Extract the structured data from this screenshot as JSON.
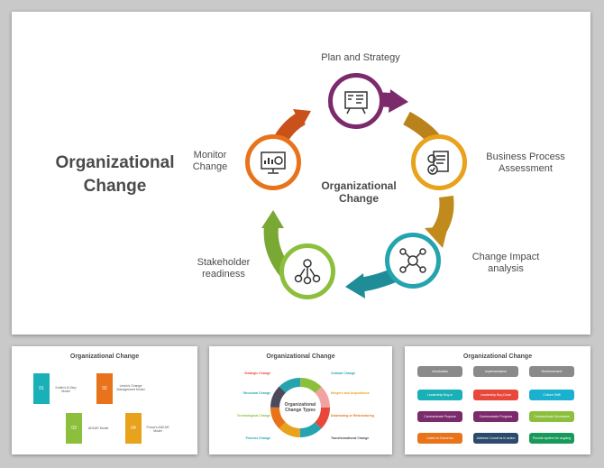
{
  "main_slide": {
    "title_line1": "Organizational",
    "title_line2": "Change",
    "center_line1": "Organizational",
    "center_line2": "Change",
    "stages": [
      {
        "line1": "Plan and Strategy",
        "line2": "",
        "color": "#7b2a6b",
        "icon": "planning-board-icon"
      },
      {
        "line1": "Business Process",
        "line2": "Assessment",
        "color": "#e8a21b",
        "icon": "checklist-gear-icon"
      },
      {
        "line1": "Change Impact",
        "line2": "analysis",
        "color": "#25a4b0",
        "icon": "network-gear-icon"
      },
      {
        "line1": "Stakeholder",
        "line2": "readiness",
        "color": "#8cbf3c",
        "icon": "team-network-icon"
      },
      {
        "line1": "Monitor",
        "line2": "Change",
        "color": "#e8731b",
        "icon": "monitor-chart-icon"
      }
    ]
  },
  "thumb1": {
    "title": "Organizational Change",
    "items": [
      {
        "num": "01",
        "text": "Kotter's 8-Step Model",
        "color": "#1ab0b8"
      },
      {
        "num": "02",
        "text": "Lewin's Change Management Model",
        "color": "#e8731b"
      },
      {
        "num": "03",
        "text": "ADKAR Model",
        "color": "#8cbf3c"
      },
      {
        "num": "04",
        "text": "Prosci's ADKAR Model",
        "color": "#e8a21b"
      }
    ]
  },
  "thumb2": {
    "title": "Organizational Change",
    "center_line1": "Organizational",
    "center_line2": "Change Types",
    "left_items": [
      "Strategic Change",
      "Structural Change",
      "Technological Change",
      "Process Change"
    ],
    "right_items": [
      "Cultural Change",
      "Mergers and Acquisitions",
      "Downsizing or Restructuring",
      "Transformational Change"
    ]
  },
  "thumb3": {
    "title": "Organizational Change",
    "header_pills": [
      "Introduction",
      "Implementation",
      "Reinforcement"
    ],
    "rows": [
      [
        "Leadership Buy-in",
        "Leadership Buy-Down",
        "Culture Shift"
      ],
      [
        "Communicate Purpose",
        "Communicate Progress",
        "Communicate Successes"
      ],
      [
        "Listen to Concerns",
        "Address Concerns in action plan",
        "Provide system for ongoing input"
      ]
    ]
  }
}
